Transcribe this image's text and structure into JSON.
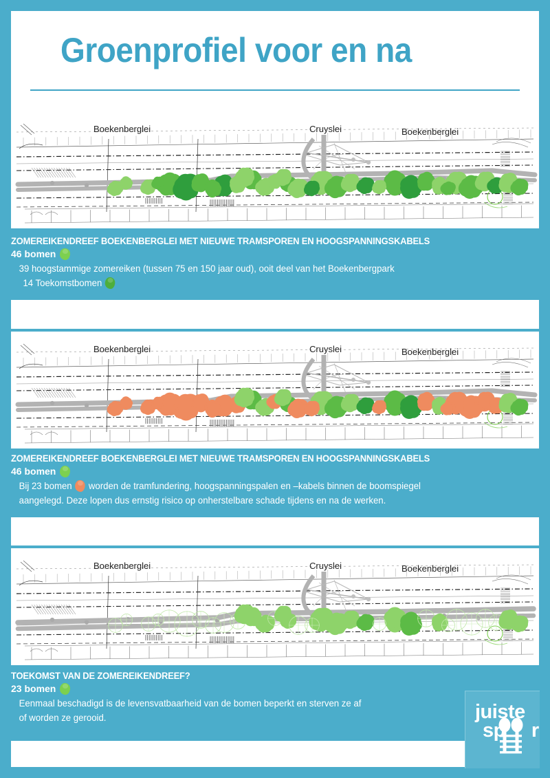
{
  "theme": {
    "background": "#4badcb",
    "panel": "#ffffff",
    "title_color": "#3fa4c6",
    "caption_text": "#ffffff",
    "tree_green_light": "#7dd04f",
    "tree_green_dark": "#4eae3c",
    "tree_orange": "#ef8b5f"
  },
  "header": {
    "title": "Groenprofiel voor en na"
  },
  "maps": [
    {
      "labels": [
        "Boekenberglei",
        "Cruyslei",
        "Boekenberglei"
      ],
      "tree_mode": "green"
    },
    {
      "labels": [
        "Boekenberglei",
        "Cruyslei",
        "Boekenberglei"
      ],
      "tree_mode": "mixed"
    },
    {
      "labels": [
        "Boekenberglei",
        "Cruyslei",
        "Boekenberglei"
      ],
      "tree_mode": "reduced"
    }
  ],
  "sections": [
    {
      "title": "ZOMEREIKENDREEF BOEKENBERGLEI MET NIEUWE TRAMSPOREN EN HOOGSPANNINGSKABELS",
      "count": "46 bomen",
      "count_icon": "tree-icon-green",
      "lines": [
        "39 hoogstammige zomereiken (tussen 75 en 150 jaar oud), ooit deel van het Boekenbergpark"
      ],
      "icon_line": {
        "prefix": "14 Toekomstbomen",
        "icon": "tree-icon-green-dark",
        "suffix": ""
      }
    },
    {
      "title": "ZOMEREIKENDREEF BOEKENBERGLEI MET NIEUWE TRAMSPOREN EN HOOGSPANNINGSKABELS",
      "count": "46 bomen",
      "count_icon": "tree-icon-green",
      "icon_line": {
        "prefix": "Bij 23 bomen",
        "icon": "tree-icon-orange",
        "suffix": "worden de tramfundering, hoogspanningspalen en –kabels binnen de boomspiegel"
      },
      "lines": [
        "aangelegd. Deze lopen dus ernstig risico op onherstelbare schade tijdens en na de werken."
      ]
    },
    {
      "title": "TOEKOMST VAN DE ZOMEREIKENDREEF?",
      "count": "23 bomen",
      "count_icon": "tree-icon-green",
      "lines": [
        "Eenmaal beschadigd is de levensvatbaarheid van de bomen beperkt en sterven ze af",
        "of worden ze gerooid."
      ]
    }
  ],
  "logo": {
    "line1": "juiste",
    "line2_prefix": "sp",
    "line2_suffix": "r"
  }
}
